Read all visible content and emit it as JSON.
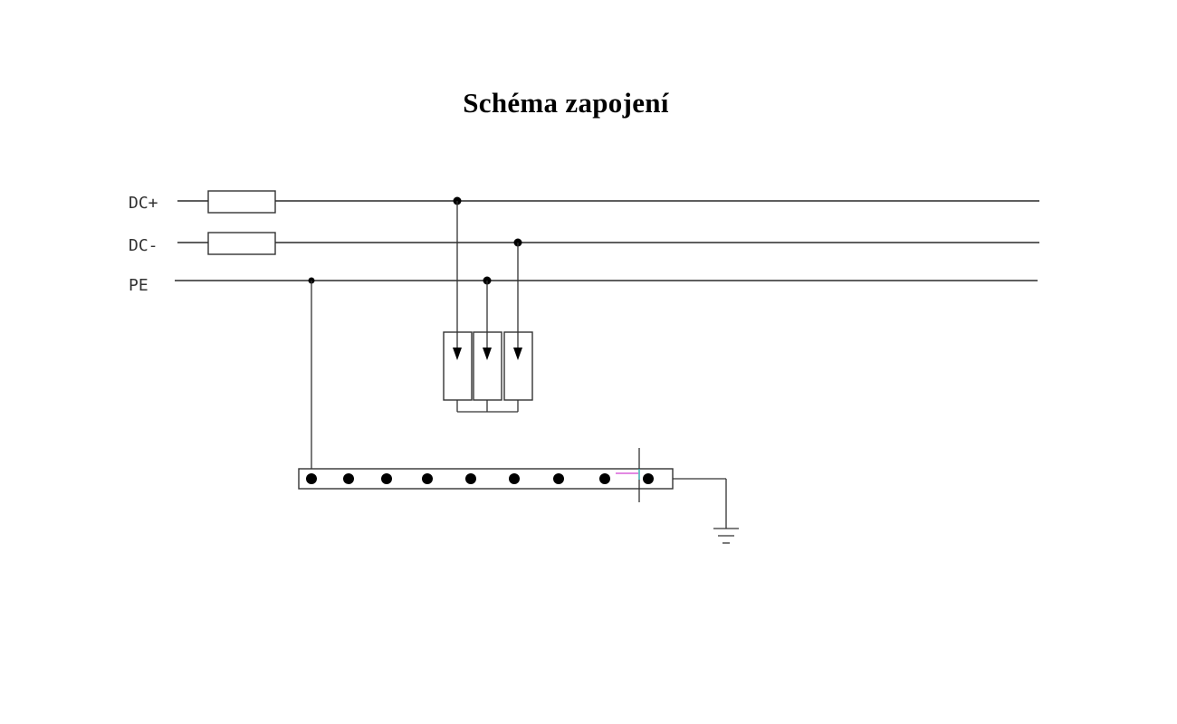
{
  "title": "Schéma zapojení",
  "buses": [
    {
      "id": "dc-plus",
      "label": "DC+"
    },
    {
      "id": "dc-minus",
      "label": "DC-"
    },
    {
      "id": "pe",
      "label": "PE"
    }
  ],
  "components": {
    "fuses": [
      "dc-plus-fuse",
      "dc-minus-fuse"
    ],
    "surge_protector_modules": 3,
    "terminal_strip_terminals": 9,
    "ground_symbol": "ground-icon"
  },
  "colors": {
    "line": "#2a2a2a",
    "background": "#ffffff"
  }
}
